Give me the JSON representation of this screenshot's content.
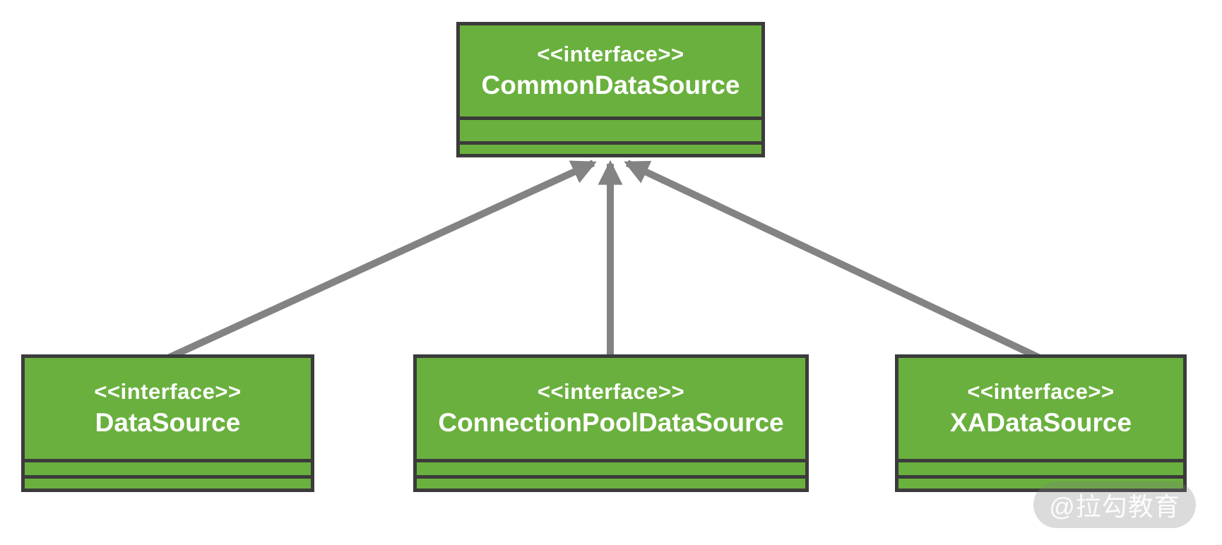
{
  "diagram": {
    "type": "uml-class-diagram",
    "nodes": [
      {
        "id": "CommonDataSource",
        "stereotype": "<<interface>>",
        "name": "CommonDataSource"
      },
      {
        "id": "DataSource",
        "stereotype": "<<interface>>",
        "name": "DataSource"
      },
      {
        "id": "ConnectionPoolDataSource",
        "stereotype": "<<interface>>",
        "name": "ConnectionPoolDataSource"
      },
      {
        "id": "XADataSource",
        "stereotype": "<<interface>>",
        "name": "XADataSource"
      }
    ],
    "edges": [
      {
        "from": "DataSource",
        "to": "CommonDataSource",
        "style": "solid-gray-arrow"
      },
      {
        "from": "ConnectionPoolDataSource",
        "to": "CommonDataSource",
        "style": "solid-gray-arrow"
      },
      {
        "from": "XADataSource",
        "to": "CommonDataSource",
        "style": "solid-gray-arrow"
      }
    ],
    "colors": {
      "node_fill": "#6ab03e",
      "node_border": "#3b3b3b",
      "node_text": "#ffffff",
      "arrow": "#838383",
      "background": "#ffffff"
    }
  },
  "watermark": {
    "text": "@拉勾教育"
  }
}
